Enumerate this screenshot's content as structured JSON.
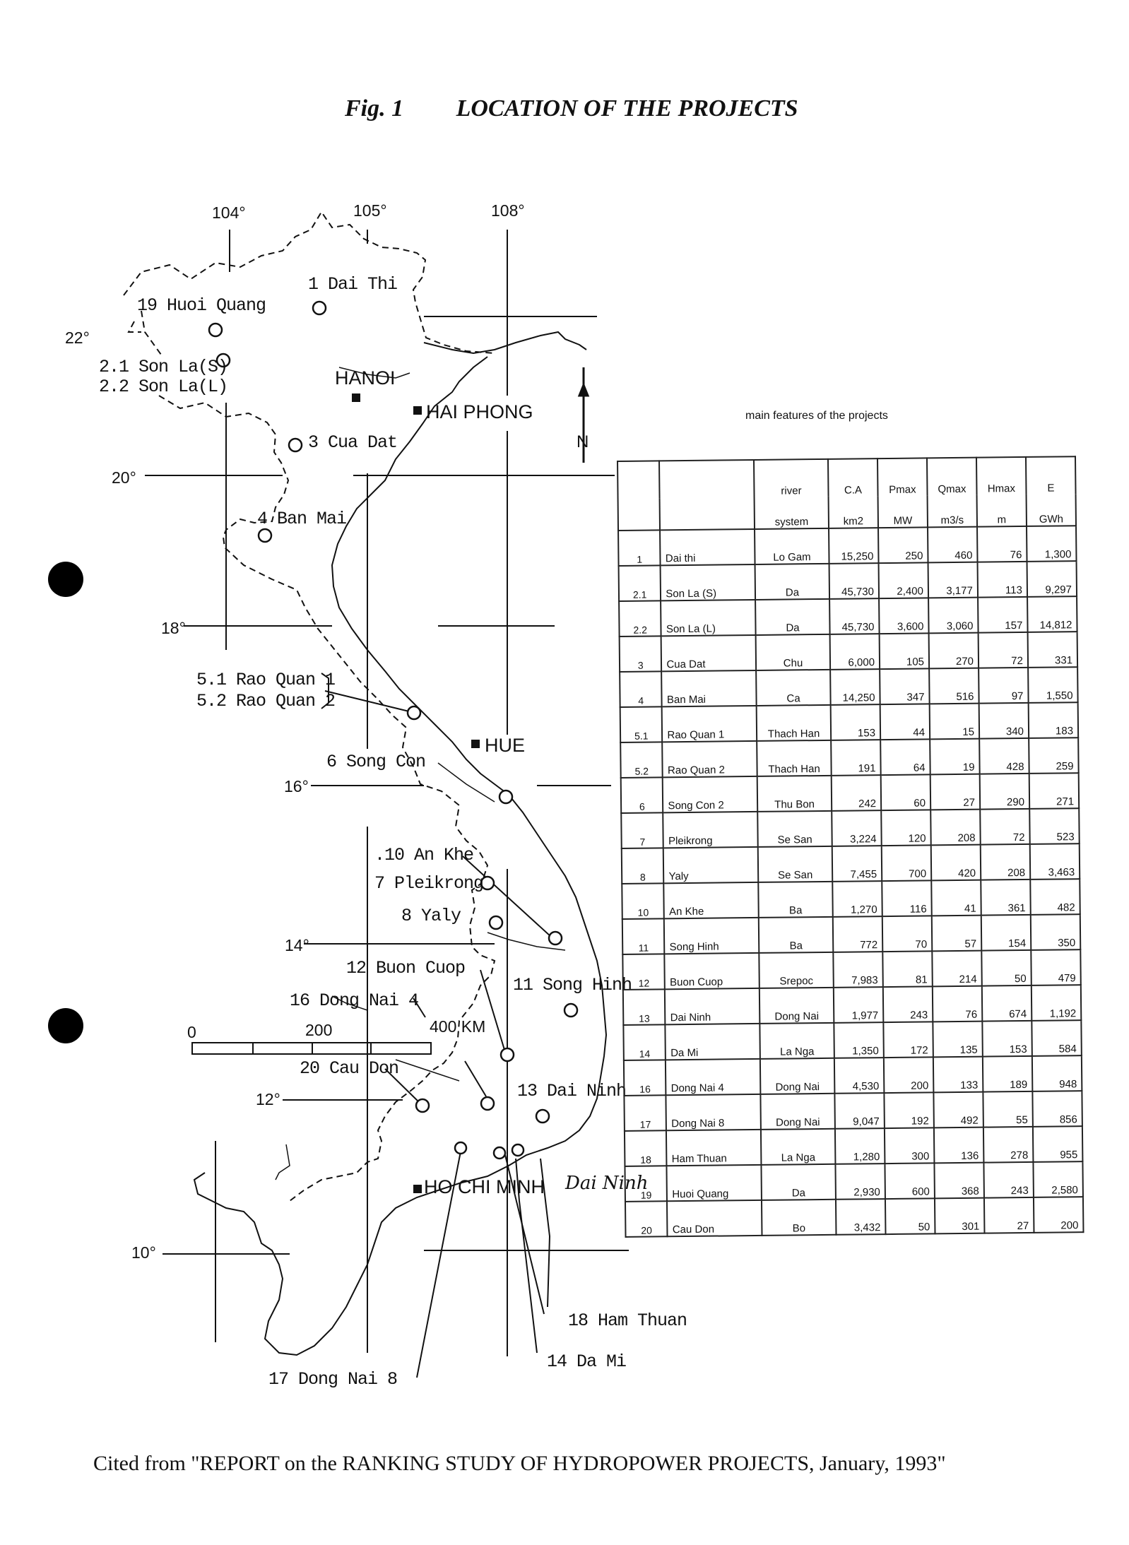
{
  "figure": {
    "number": "Fig. 1",
    "title": "LOCATION OF THE PROJECTS"
  },
  "longitude_labels": [
    "104°",
    "105°",
    "108°"
  ],
  "latitude_labels": [
    "22°",
    "20°",
    "18°",
    "16°",
    "14°",
    "12°",
    "10°"
  ],
  "cities": {
    "hanoi": "HANOI",
    "hai_phong": "HAI PHONG",
    "hue": "HUE",
    "ho_chi_minh": "HO CHI MINH"
  },
  "north_arrow": "N",
  "scale_bar": {
    "start": "0",
    "mid": "200",
    "end": "400 KM"
  },
  "handwritten_note": "Dai Ninh",
  "project_labels": {
    "p1": "1  Dai Thi",
    "p19": "19  Huoi Quang",
    "p21": "2.1  Son La(S)",
    "p22": "2.2  Son La(L)",
    "p3": "3  Cua Dat",
    "p4": "4  Ban Mai",
    "p51": "5.1  Rao Quan 1",
    "p52": "5.2  Rao Quan 2",
    "p6": "6  Song Con",
    "p10": ".10  An Khe",
    "p7": "7  Pleikrong",
    "p8": "8  Yaly",
    "p12": "12  Buon Cuop",
    "p11": "11  Song Hinh",
    "p16": "16  Dong Nai 4",
    "p20": "20  Cau Don",
    "p13": "13  Dai Ninh",
    "p18": "18  Ham Thuan",
    "p14": "14  Da Mi",
    "p17": "17  Dong Nai 8"
  },
  "table": {
    "caption": "main features of the projects",
    "header_top": [
      "",
      "",
      "river",
      "C.A",
      "Pmax",
      "Qmax",
      "Hmax",
      "E"
    ],
    "header_bottom": [
      "",
      "",
      "system",
      "km2",
      "MW",
      "m3/s",
      "m",
      "GWh"
    ],
    "rows": [
      [
        "1",
        "Dai thi",
        "Lo Gam",
        "15,250",
        "250",
        "460",
        "76",
        "1,300"
      ],
      [
        "2.1",
        "Son La (S)",
        "Da",
        "45,730",
        "2,400",
        "3,177",
        "113",
        "9,297"
      ],
      [
        "2.2",
        "Son La (L)",
        "Da",
        "45,730",
        "3,600",
        "3,060",
        "157",
        "14,812"
      ],
      [
        "3",
        "Cua Dat",
        "Chu",
        "6,000",
        "105",
        "270",
        "72",
        "331"
      ],
      [
        "4",
        "Ban Mai",
        "Ca",
        "14,250",
        "347",
        "516",
        "97",
        "1,550"
      ],
      [
        "5.1",
        "Rao Quan 1",
        "Thach Han",
        "153",
        "44",
        "15",
        "340",
        "183"
      ],
      [
        "5.2",
        "Rao Quan 2",
        "Thach Han",
        "191",
        "64",
        "19",
        "428",
        "259"
      ],
      [
        "6",
        "Song Con 2",
        "Thu Bon",
        "242",
        "60",
        "27",
        "290",
        "271"
      ],
      [
        "7",
        "Pleikrong",
        "Se San",
        "3,224",
        "120",
        "208",
        "72",
        "523"
      ],
      [
        "8",
        "Yaly",
        "Se San",
        "7,455",
        "700",
        "420",
        "208",
        "3,463"
      ],
      [
        "10",
        "An Khe",
        "Ba",
        "1,270",
        "116",
        "41",
        "361",
        "482"
      ],
      [
        "11",
        "Song Hinh",
        "Ba",
        "772",
        "70",
        "57",
        "154",
        "350"
      ],
      [
        "12",
        "Buon Cuop",
        "Srepoc",
        "7,983",
        "81",
        "214",
        "50",
        "479"
      ],
      [
        "13",
        "Dai Ninh",
        "Dong Nai",
        "1,977",
        "243",
        "76",
        "674",
        "1,192"
      ],
      [
        "14",
        "Da Mi",
        "La Nga",
        "1,350",
        "172",
        "135",
        "153",
        "584"
      ],
      [
        "16",
        "Dong Nai 4",
        "Dong Nai",
        "4,530",
        "200",
        "133",
        "189",
        "948"
      ],
      [
        "17",
        "Dong Nai 8",
        "Dong Nai",
        "9,047",
        "192",
        "492",
        "55",
        "856"
      ],
      [
        "18",
        "Ham Thuan",
        "La Nga",
        "1,280",
        "300",
        "136",
        "278",
        "955"
      ],
      [
        "19",
        "Huoi Quang",
        "Da",
        "2,930",
        "600",
        "368",
        "243",
        "2,580"
      ],
      [
        "20",
        "Cau Don",
        "Bo",
        "3,432",
        "50",
        "301",
        "27",
        "200"
      ]
    ]
  },
  "citation": "Cited from \"REPORT on the RANKING STUDY OF HYDROPOWER PROJECTS, January, 1993\""
}
